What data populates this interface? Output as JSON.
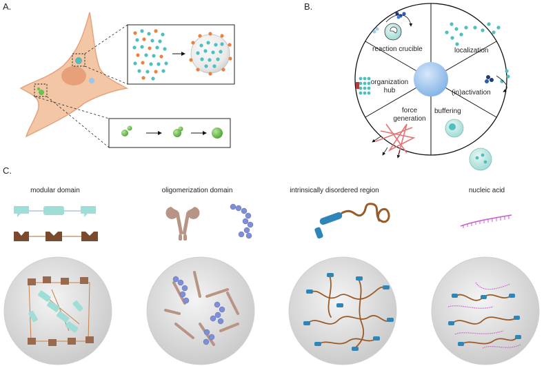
{
  "panels": {
    "a": {
      "letter": "A."
    },
    "b": {
      "letter": "B.",
      "segments": [
        {
          "id": "reaction-crucible",
          "label": "reaction crucible"
        },
        {
          "id": "localization",
          "label": "localization"
        },
        {
          "id": "inactivation",
          "label": "(in)activation"
        },
        {
          "id": "buffering",
          "label": "buffering"
        },
        {
          "id": "force-generation",
          "label_lines": [
            "force",
            "generation"
          ]
        },
        {
          "id": "organization-hub",
          "label_lines": [
            "organization",
            "hub"
          ]
        }
      ]
    },
    "c": {
      "letter": "C.",
      "columns": [
        {
          "id": "modular-domain",
          "title": "modular domain"
        },
        {
          "id": "oligomerization-domain",
          "title": "oligomerization domain"
        },
        {
          "id": "intrinsically-disordered-region",
          "title": "intrinsically disordered region"
        },
        {
          "id": "nucleic-acid",
          "title": "nucleic acid"
        }
      ]
    }
  },
  "colors": {
    "cell_body": "#f3c7a6",
    "cell_outline": "#e5a27d",
    "nucleus": "#e7a07a",
    "teal": "#4dbfbf",
    "orange": "#e9823f",
    "green": "#6cc24a",
    "blue_sphere": "#9cc4ee",
    "brown": "#9a6a4f",
    "mauve": "#b79484",
    "periwinkle": "#7f8fd6",
    "idr_blue": "#2e86b8",
    "idr_brown": "#9a5a25",
    "rna_magenta": "#c85ad2",
    "cyan_domain": "#9fded6"
  }
}
